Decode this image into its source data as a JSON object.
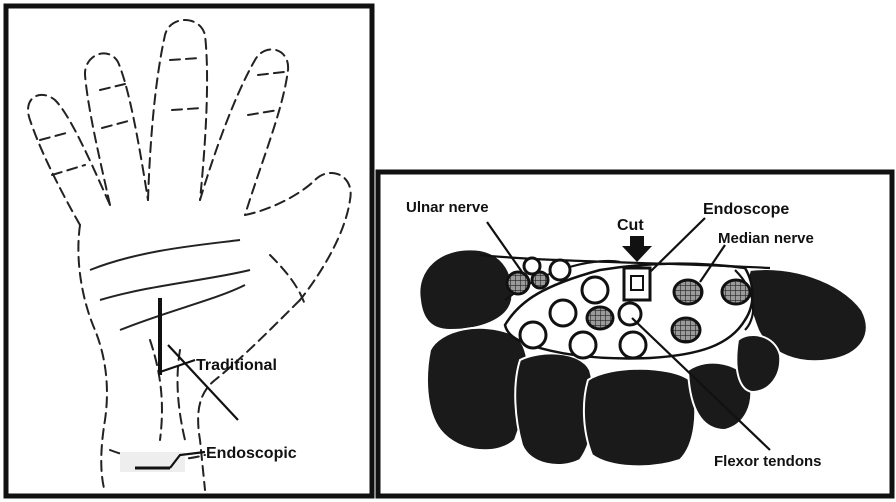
{
  "left_panel": {
    "labels": {
      "traditional": "Traditional",
      "endoscopic": "Endoscopic"
    }
  },
  "right_panel": {
    "labels": {
      "ulnar_nerve": "Ulnar nerve",
      "cut": "Cut",
      "endoscope": "Endoscope",
      "median_nerve": "Median nerve",
      "flexor_tendons": "Flexor tendons"
    }
  }
}
